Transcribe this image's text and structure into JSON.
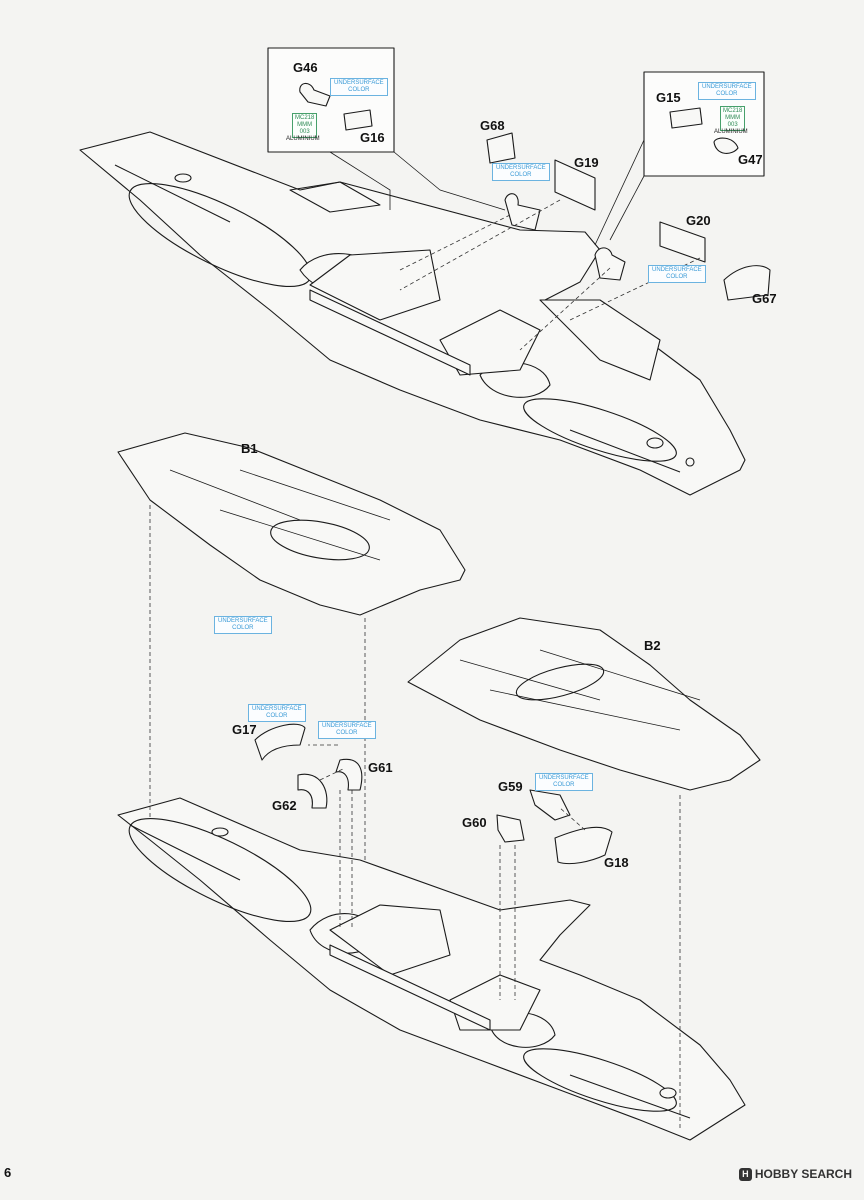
{
  "page_number": "6",
  "watermark": "HOBBY SEARCH",
  "notes": {
    "undersurface": [
      "UNDERSURFACE",
      "COLOR"
    ],
    "paint_code": [
      "MC218",
      "MMM",
      "003"
    ],
    "aluminium": "ALUMINIUM"
  },
  "parts": {
    "g46": "G46",
    "g16": "G16",
    "g68": "G68",
    "g19": "G19",
    "g15": "G15",
    "g47": "G47",
    "g20": "G20",
    "g67": "G67",
    "b1": "B1",
    "b2": "B2",
    "g17": "G17",
    "g61": "G61",
    "g62": "G62",
    "g59": "G59",
    "g60": "G60",
    "g18": "G18"
  }
}
